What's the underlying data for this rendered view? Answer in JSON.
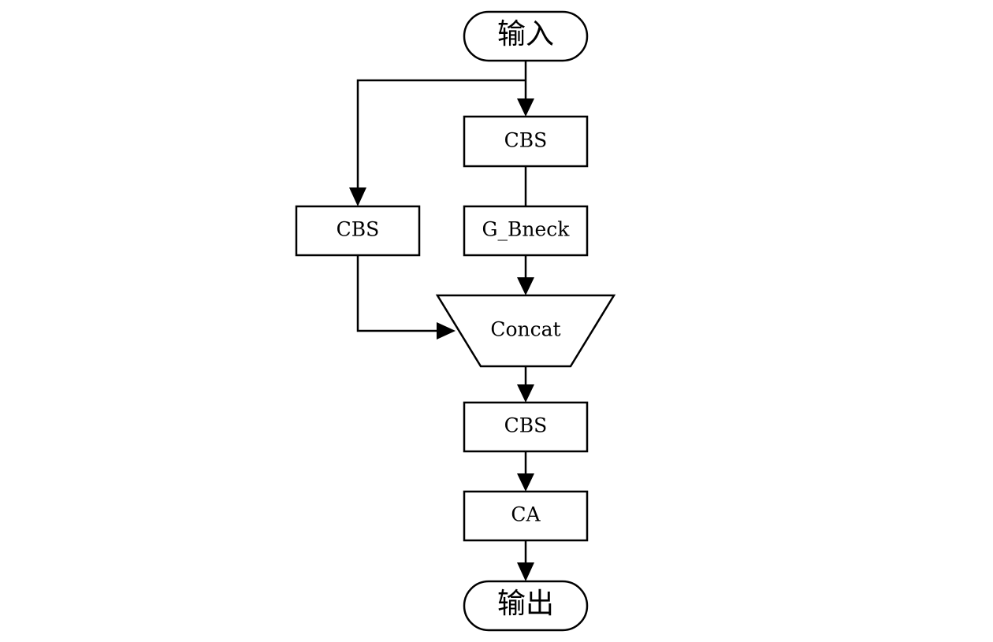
{
  "nodes": {
    "input": {
      "label": "输入"
    },
    "cbs_top": {
      "label": "CBS"
    },
    "cbs_left": {
      "label": "CBS"
    },
    "gbneck": {
      "label": "G_Bneck"
    },
    "concat": {
      "label": "Concat"
    },
    "cbs_bottom": {
      "label": "CBS"
    },
    "ca": {
      "label": "CA"
    },
    "output": {
      "label": "输出"
    }
  },
  "colors": {
    "stroke": "#000000",
    "fill": "#ffffff",
    "text": "#000000"
  }
}
